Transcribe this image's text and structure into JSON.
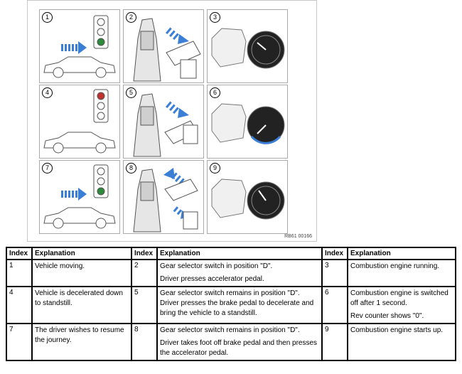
{
  "figure": {
    "code": "RB61 00166",
    "panels": [
      {
        "n": "1"
      },
      {
        "n": "2"
      },
      {
        "n": "3"
      },
      {
        "n": "4"
      },
      {
        "n": "5"
      },
      {
        "n": "6"
      },
      {
        "n": "7"
      },
      {
        "n": "8"
      },
      {
        "n": "9"
      }
    ]
  },
  "table": {
    "headers": [
      "Index",
      "Explanation",
      "Index",
      "Explanation",
      "Index",
      "Explanation"
    ],
    "rows": [
      {
        "i1": "1",
        "e1": [
          "Vehicle moving."
        ],
        "i2": "2",
        "e2": [
          "Gear selector switch in position \"D\".",
          "Driver presses accelerator pedal."
        ],
        "i3": "3",
        "e3": [
          "Combustion engine running."
        ]
      },
      {
        "i1": "4",
        "e1": [
          "Vehicle is decelerated down to standstill."
        ],
        "i2": "5",
        "e2": [
          "Gear selector switch remains in position \"D\". Driver presses the brake pedal to decelerate and bring the vehicle to a standstill."
        ],
        "i3": "6",
        "e3": [
          "Combustion engine is switched off after 1 second.",
          "Rev counter shows \"0\"."
        ]
      },
      {
        "i1": "7",
        "e1": [
          "The driver wishes to resume the journey."
        ],
        "i2": "8",
        "e2": [
          "Gear selector switch remains in position \"D\".",
          "Driver takes foot off brake pedal and then presses the accelerator pedal."
        ],
        "i3": "9",
        "e3": [
          "Combustion engine starts up."
        ]
      }
    ]
  },
  "colors": {
    "light_green": "#2e8b3a",
    "light_red": "#c0322e",
    "arrow_blue": "#3a7fd5"
  }
}
